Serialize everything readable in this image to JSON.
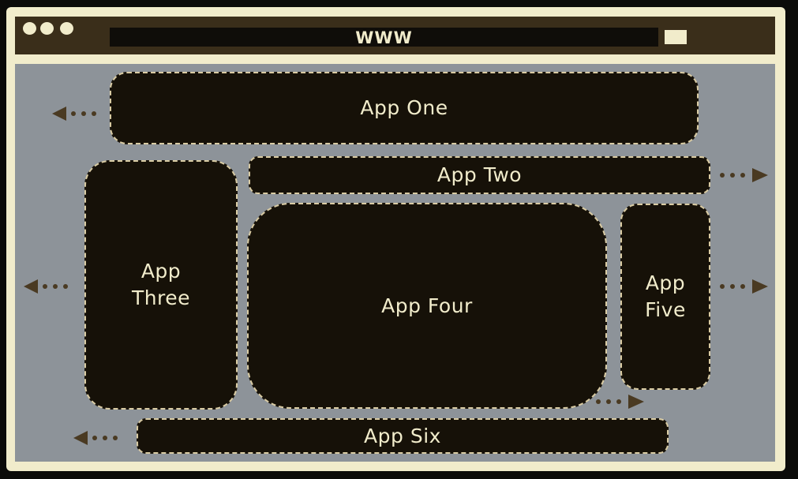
{
  "browser": {
    "url_text": "WWW"
  },
  "apps": {
    "one": "App One",
    "two": "App Two",
    "three": "App Three",
    "four": "App Four",
    "five": "App Five",
    "six": "App Six"
  },
  "colors": {
    "frame": "#f1eccb",
    "titlebar": "#3a2e1a",
    "canvas": "#8d9399",
    "app_fill": "#161108",
    "arrow": "#4a3a22"
  }
}
